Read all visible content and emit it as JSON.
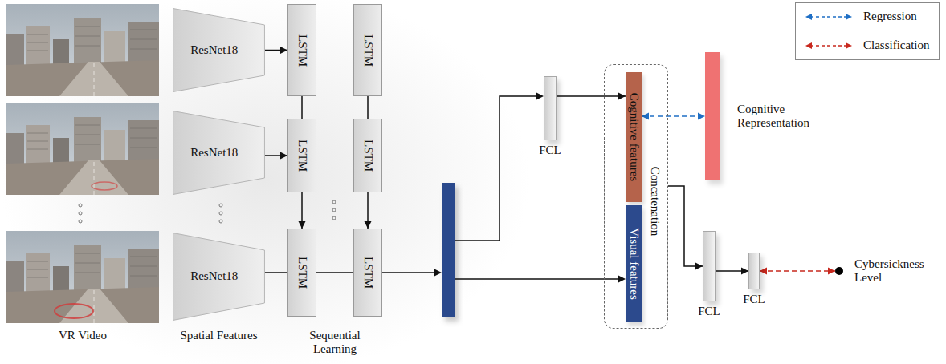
{
  "diagram": {
    "nodes": [
      {
        "text": [
          "ResNet18"
        ]
      },
      {
        "text": [
          "LSTM"
        ]
      },
      {
        "text": [
          "LSTM"
        ]
      },
      {
        "text": [
          "ResNet18"
        ]
      },
      {
        "text": [
          "LSTM"
        ]
      },
      {
        "text": [
          "LSTM"
        ]
      },
      {
        "text": [
          "ResNet18"
        ]
      },
      {
        "text": [
          "LSTM"
        ]
      },
      {
        "text": [
          "LSTM"
        ]
      },
      {
        "text": [
          "FCL"
        ]
      },
      {
        "text": [
          "Concatenation"
        ]
      },
      {
        "text": [
          "Cognitive features"
        ],
        "in": 10
      },
      {
        "text": [
          "Visual features"
        ],
        "in": 10
      },
      {
        "text": [
          "Cognitive Representation"
        ]
      },
      {
        "text": [
          "FCL"
        ]
      },
      {
        "text": [
          "FCL"
        ]
      },
      {
        "text": [
          "Cybersickness Level"
        ]
      }
    ],
    "edges": [
      {
        "from": 0,
        "to": 1,
        "arrow": "to"
      },
      {
        "from": 3,
        "to": 4,
        "arrow": "to"
      },
      {
        "from": 6,
        "to": 7,
        "arrow": "none"
      },
      {
        "from": 7,
        "to": 8,
        "arrow": "none"
      },
      {
        "from": 1,
        "to": 4,
        "arrow": "none"
      },
      {
        "from": 2,
        "to": 5,
        "arrow": "none"
      },
      {
        "from": 4,
        "to": 7,
        "arrow": "to"
      },
      {
        "from": 5,
        "to": 8,
        "arrow": "to"
      },
      {
        "from": 9,
        "to": 11,
        "arrow": "to"
      },
      {
        "from": 11,
        "to": 13,
        "arrow": "both"
      },
      {
        "from": 10,
        "to": 14,
        "arrow": "to"
      },
      {
        "from": 14,
        "to": 15,
        "arrow": "to"
      },
      {
        "from": 15,
        "to": 16,
        "arrow": "both"
      }
    ],
    "labels": [
      "VR Video",
      "Spatial Features",
      "Sequential Learning"
    ],
    "legend": [
      {
        "text": "Regression"
      },
      {
        "text": "Classification"
      }
    ]
  }
}
